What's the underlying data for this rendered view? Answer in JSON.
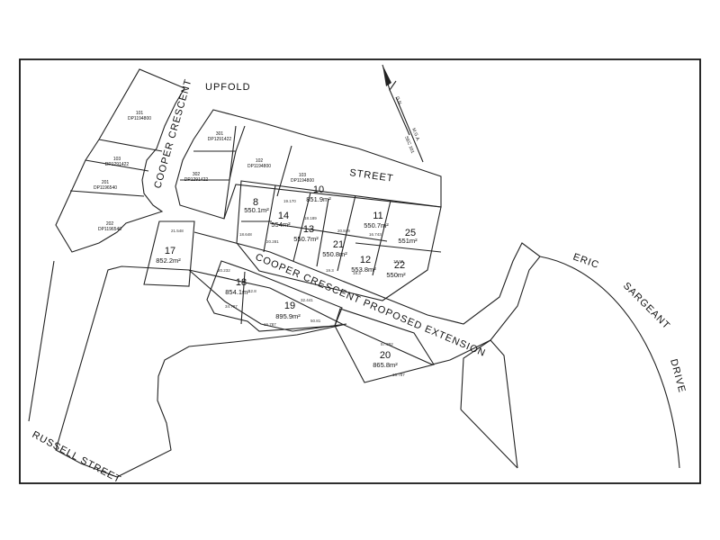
{
  "streets": {
    "upfold": "UPFOLD",
    "street": "STREET",
    "cooper_crescent": "COOPER CRESCENT",
    "proposed": "COOPER CRESCENT PROPOSED EXTENSION",
    "eric": "ERIC",
    "sargeant": "SARGEANT",
    "drive": "DRIVE",
    "russell": "RUSSELL STREET"
  },
  "north": {
    "gn": "G.N.",
    "mga": "M.G.A.",
    "sec": "SEC 101"
  },
  "existing_lots": [
    {
      "num": "101",
      "dp": "DP1194800"
    },
    {
      "num": "103",
      "dp": "DP1291422"
    },
    {
      "num": "201",
      "dp": "DP1196540"
    },
    {
      "num": "202",
      "dp": "DP1196540"
    },
    {
      "num": "301",
      "dp": "DP1291422"
    },
    {
      "num": "302",
      "dp": "DP1291422"
    },
    {
      "num": "102",
      "dp": "DP1194800"
    },
    {
      "num": "103",
      "dp": "DP1194800"
    }
  ],
  "lots": [
    {
      "num": "8",
      "area": "550.1m²"
    },
    {
      "num": "10",
      "area": "851.9m²"
    },
    {
      "num": "11",
      "area": "550.7m²"
    },
    {
      "num": "25",
      "area": "551m²"
    },
    {
      "num": "14",
      "area": "554m²"
    },
    {
      "num": "13",
      "area": "550.7m²"
    },
    {
      "num": "21",
      "area": "550.8m²"
    },
    {
      "num": "12",
      "area": "553.8m²"
    },
    {
      "num": "22",
      "area": "550m²"
    },
    {
      "num": "17",
      "area": "852.2m²"
    },
    {
      "num": "18",
      "area": "854.1m²"
    },
    {
      "num": "19",
      "area": "895.9m²"
    },
    {
      "num": "20",
      "area": "865.8m²"
    }
  ],
  "dims": [
    "21.548",
    "18.648",
    "19.170",
    "18.189",
    "20.849",
    "16.743",
    "20.281",
    "19.3",
    "19.3",
    "17.98",
    "32.441",
    "34.787",
    "16.787",
    "50.81",
    "57.092",
    "16.787",
    "20.232",
    "12.8"
  ]
}
